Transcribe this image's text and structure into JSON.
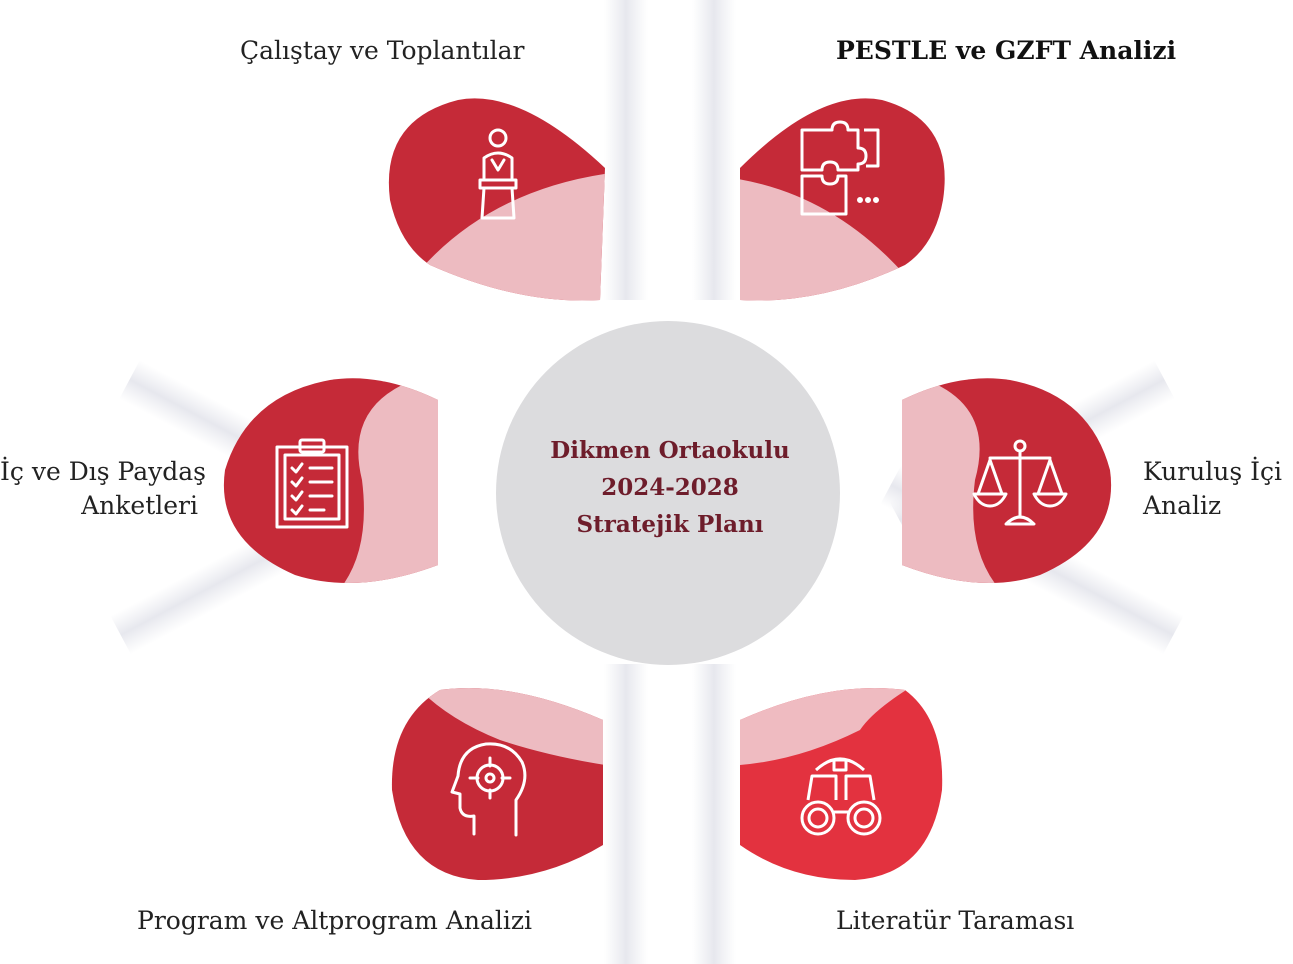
{
  "center": {
    "line1": "Dikmen Ortaokulu",
    "line2": "2024-2028",
    "line3": "Stratejik Planı"
  },
  "items": [
    {
      "label": "Çalıştay ve Toplantılar",
      "icon": "speaker-podium-icon"
    },
    {
      "label": "PESTLE ve GZFT Analizi",
      "icon": "puzzle-icon"
    },
    {
      "label_line1": "Kuruluş İçi",
      "label_line2": "Analiz",
      "icon": "scales-icon"
    },
    {
      "label": "Literatür Taraması",
      "icon": "binoculars-icon"
    },
    {
      "label": "Program ve Altprogram Analizi",
      "icon": "head-target-icon"
    },
    {
      "label_line1": "İç ve Dış Paydaş",
      "label_line2": "Anketleri",
      "icon": "clipboard-checklist-icon"
    }
  ],
  "colors": {
    "petal_red": "#c52a38",
    "petal_bright_red": "#e3323f",
    "petal_pink": "#efc3c8",
    "center_grey": "#dcdcde",
    "center_text": "#6e1d2b"
  }
}
